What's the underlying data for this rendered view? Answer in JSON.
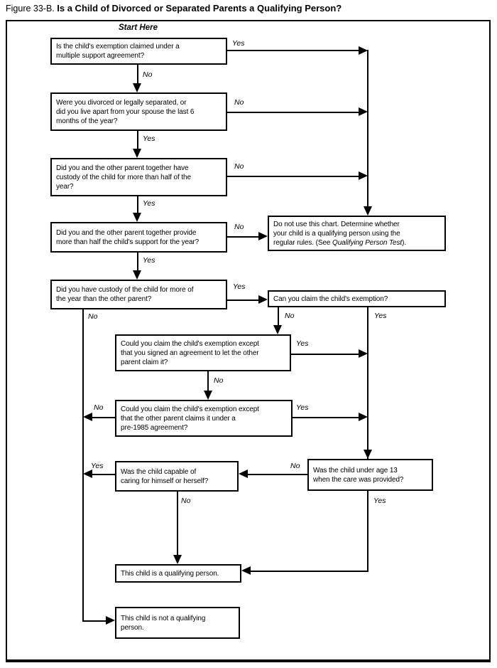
{
  "title": {
    "figure": "Figure 33-B.",
    "question": "Is a Child of Divorced or Separated Parents a Qualifying Person?"
  },
  "start_here": "Start Here",
  "nodes": {
    "multiple_support": {
      "text": "Is the child's exemption claimed under a\nmultiple support agreement?"
    },
    "divorced_or_separated": {
      "text": "Were you divorced or legally separated, or\ndid you live apart from your spouse the last 6\nmonths of the year?"
    },
    "custody_together": {
      "text": "Did you and the other parent together have\ncustody of the child for more than half of the\nyear?"
    },
    "support_together": {
      "text": "Did you and the other parent together provide\nmore than half the child's support for the year?"
    },
    "do_not_use": {
      "pre": "Do not use this chart. Determine whether\nyour child is a qualifying person using the\nregular rules. (See ",
      "italic": "Qualifying Person Test",
      "post": ")."
    },
    "custody_more": {
      "text": "Did you have custody of the child for more of\nthe year than the other parent?"
    },
    "can_claim": {
      "text": "Can you claim the child's exemption?"
    },
    "could_claim_signed": {
      "text": "Could you claim the child's exemption except\nthat you signed an agreement to let the other\nparent claim it?"
    },
    "could_claim_pre1985": {
      "text": "Could you claim the child's exemption except\nthat the other parent claims it under a\npre-1985 agreement?"
    },
    "capable": {
      "text": "Was the child capable of\ncaring for himself or herself?"
    },
    "under_13": {
      "text": "Was the child under age 13\nwhen the care was provided?"
    },
    "qualifying": {
      "text": "This child is a qualifying person."
    },
    "not_qualifying": {
      "text": "This child is not a qualifying\nperson."
    }
  },
  "edge_labels": {
    "ms_yes": "Yes",
    "ms_no": "No",
    "div_no": "No",
    "div_yes": "Yes",
    "cust_no": "No",
    "cust_yes": "Yes",
    "supp_no": "No",
    "supp_yes": "Yes",
    "more_yes": "Yes",
    "more_no": "No",
    "can_no": "No",
    "can_yes": "Yes",
    "signed_yes": "Yes",
    "signed_no": "No",
    "pre_no": "No",
    "pre_yes": "Yes",
    "cap_yes": "Yes",
    "cap_no": "No",
    "u13_no": "No",
    "u13_yes": "Yes"
  },
  "edges": [
    {
      "from": "multiple_support",
      "label": "Yes",
      "to": "do_not_use"
    },
    {
      "from": "multiple_support",
      "label": "No",
      "to": "divorced_or_separated"
    },
    {
      "from": "divorced_or_separated",
      "label": "No",
      "to": "do_not_use"
    },
    {
      "from": "divorced_or_separated",
      "label": "Yes",
      "to": "custody_together"
    },
    {
      "from": "custody_together",
      "label": "No",
      "to": "do_not_use"
    },
    {
      "from": "custody_together",
      "label": "Yes",
      "to": "support_together"
    },
    {
      "from": "support_together",
      "label": "No",
      "to": "do_not_use"
    },
    {
      "from": "support_together",
      "label": "Yes",
      "to": "custody_more"
    },
    {
      "from": "custody_more",
      "label": "Yes",
      "to": "can_claim"
    },
    {
      "from": "custody_more",
      "label": "No",
      "to": "not_qualifying"
    },
    {
      "from": "can_claim",
      "label": "No",
      "to": "could_claim_signed"
    },
    {
      "from": "can_claim",
      "label": "Yes",
      "to": "under_13"
    },
    {
      "from": "could_claim_signed",
      "label": "Yes",
      "to": "under_13"
    },
    {
      "from": "could_claim_signed",
      "label": "No",
      "to": "could_claim_pre1985"
    },
    {
      "from": "could_claim_pre1985",
      "label": "No",
      "to": "not_qualifying"
    },
    {
      "from": "could_claim_pre1985",
      "label": "Yes",
      "to": "under_13"
    },
    {
      "from": "under_13",
      "label": "No",
      "to": "capable"
    },
    {
      "from": "under_13",
      "label": "Yes",
      "to": "qualifying"
    },
    {
      "from": "capable",
      "label": "Yes",
      "to": "not_qualifying"
    },
    {
      "from": "capable",
      "label": "No",
      "to": "qualifying"
    }
  ],
  "colors": {
    "line": "#000000",
    "background": "#ffffff"
  }
}
